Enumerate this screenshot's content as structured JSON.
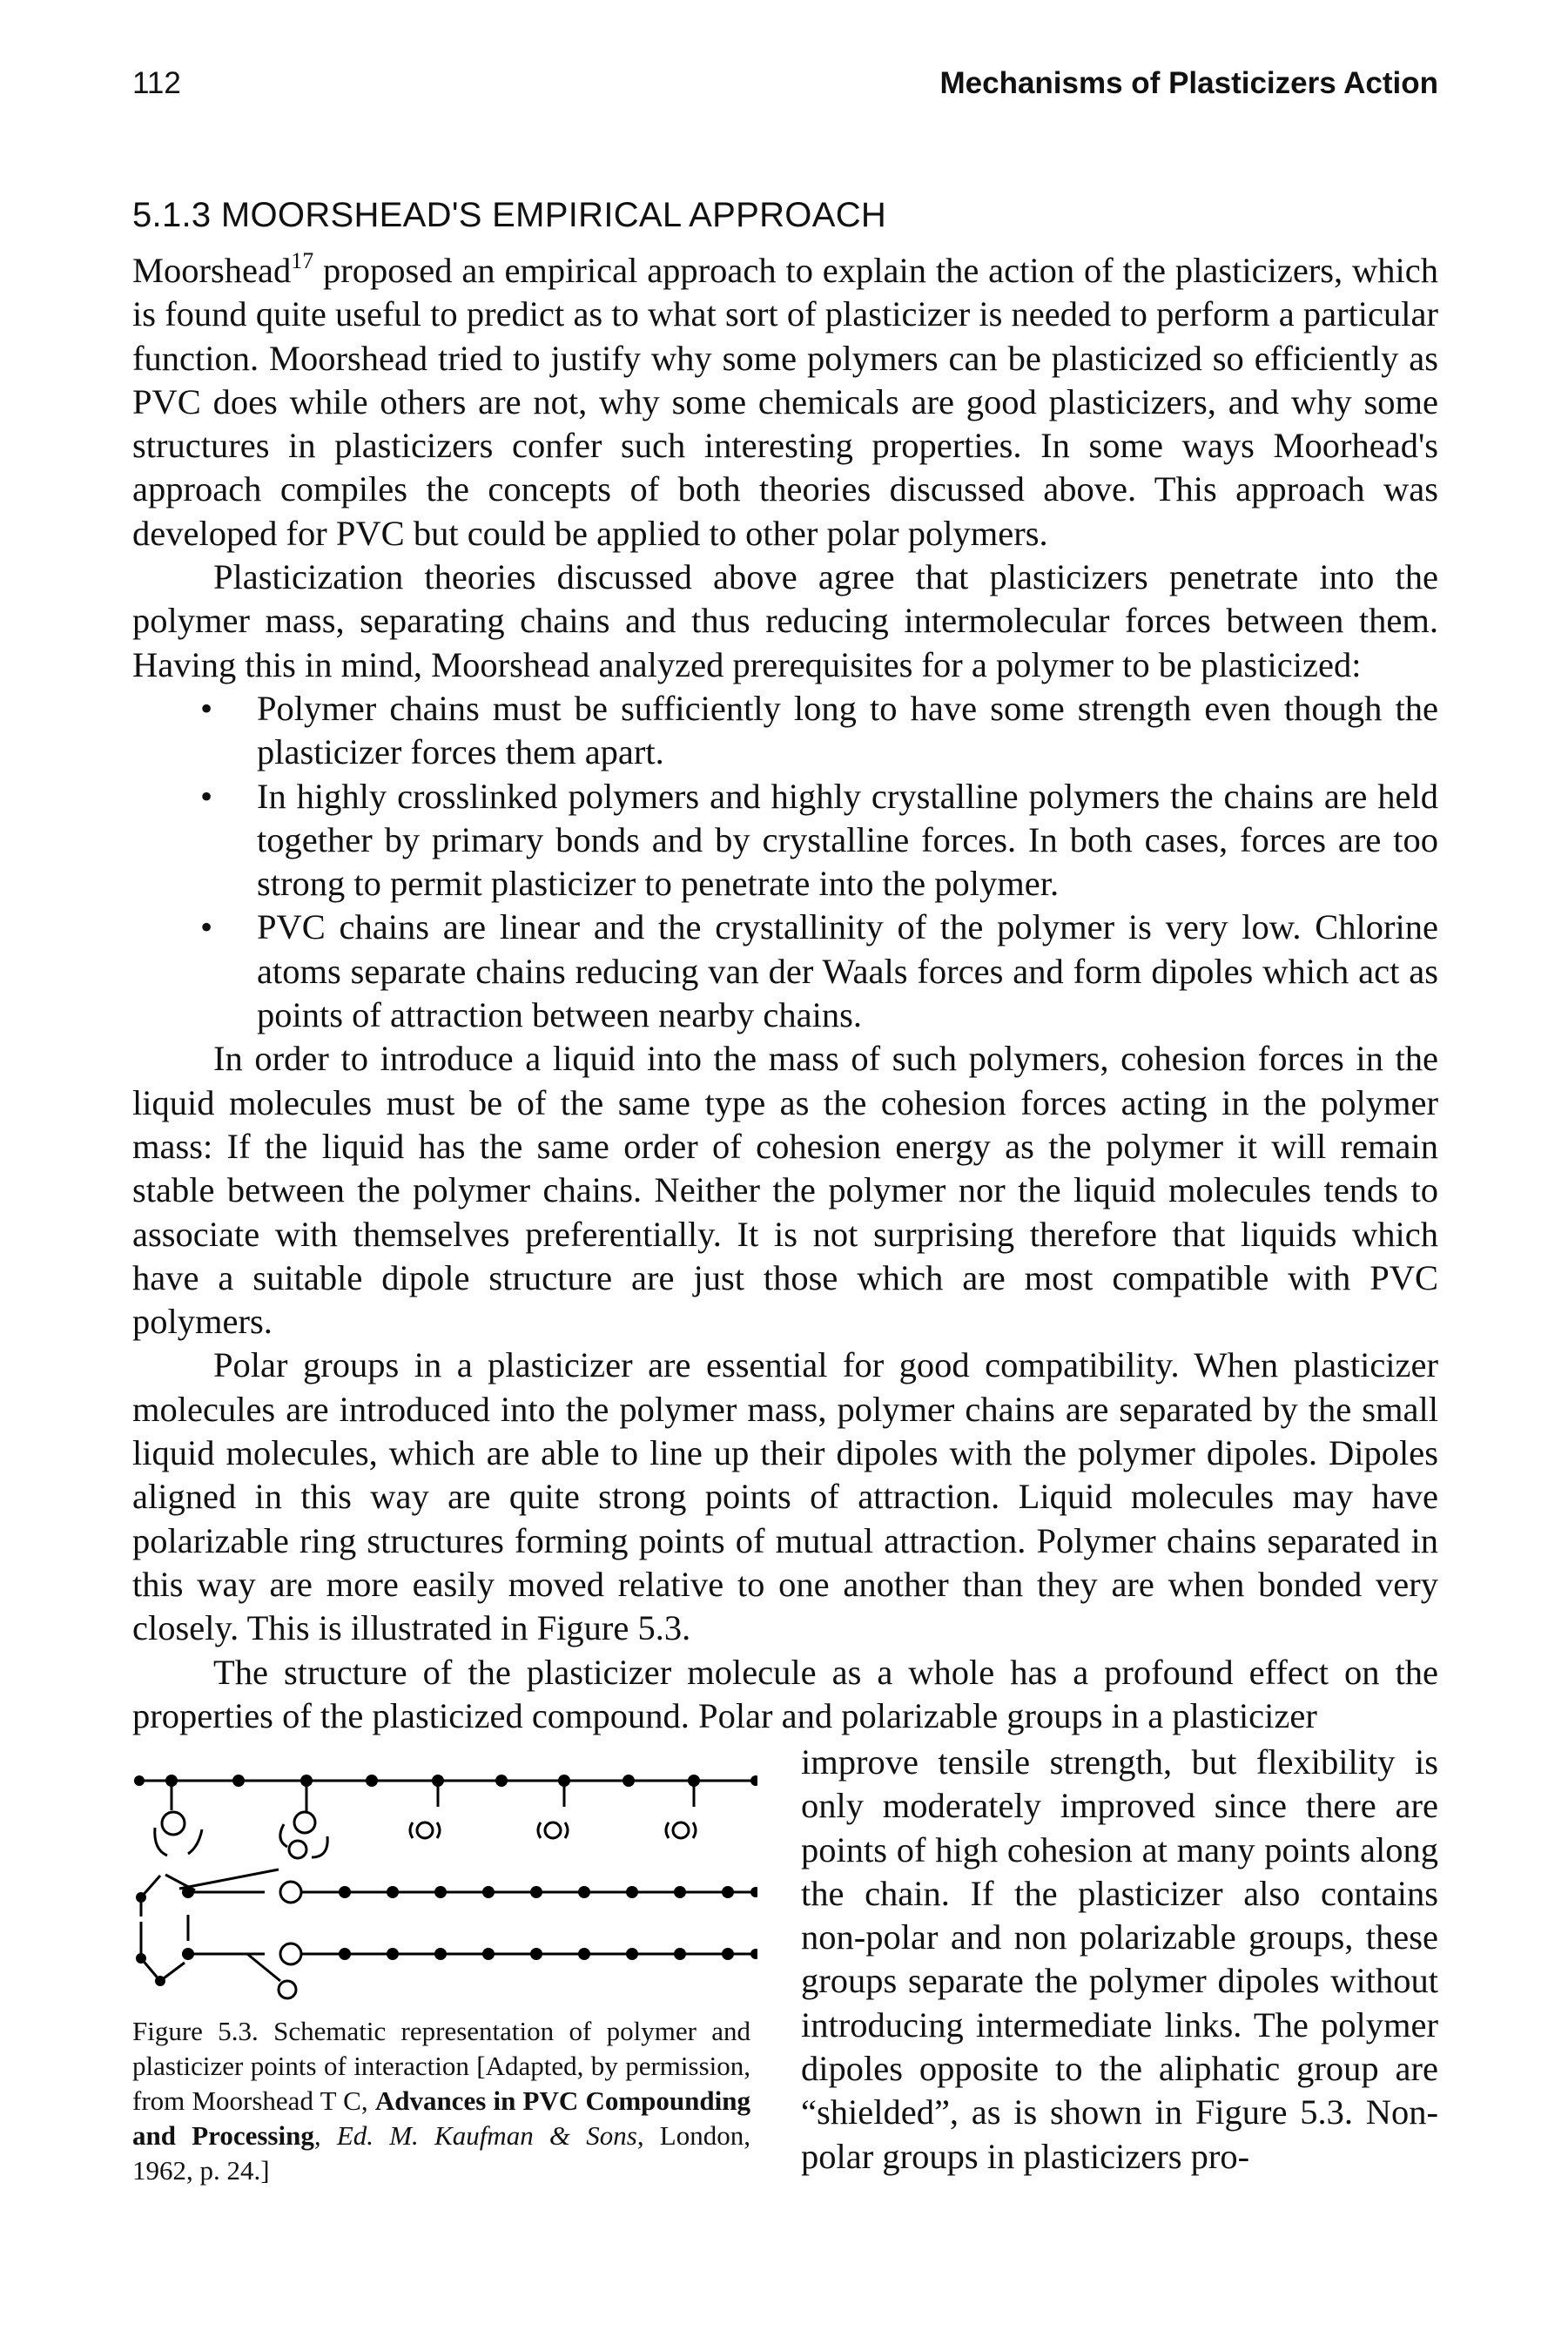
{
  "header": {
    "page_number": "112",
    "running_title": "Mechanisms of Plasticizers Action"
  },
  "section": {
    "heading": "5.1.3 MOORSHEAD'S EMPIRICAL APPROACH",
    "intro_author": "Moorshead",
    "intro_ref": "17",
    "intro_rest": " proposed an empirical approach to explain the action of the plasticizers, which is found quite useful to predict as to what sort of plasticizer is needed to perform a particular function. Moorshead tried to justify why some polymers can be plasticized so efficiently as PVC does while others are not, why some chemicals are good plasticizers, and why some structures in plasticizers confer such interesting properties. In some ways Moorhead's approach compiles the concepts of both theories discussed above. This approach was developed for PVC but could be applied to other polar polymers.",
    "para2": "Plasticization theories discussed above agree that plasticizers penetrate into the polymer mass, separating chains and thus reducing intermolecular forces between them. Having this in mind, Moorshead analyzed prerequisites for a polymer to be plasticized:",
    "bullets": [
      "Polymer chains must be sufficiently long to have some strength even though the plasticizer forces them apart.",
      "In highly crosslinked polymers and highly crystalline polymers the chains are held together by primary bonds and by crystalline forces. In both cases, forces are too strong to permit plasticizer to penetrate into the polymer.",
      "PVC chains are linear and the crystallinity of the polymer is very low. Chlorine atoms separate chains reducing van der Waals forces and form dipoles which act as points of attraction between nearby chains."
    ],
    "para3": "In order to introduce a liquid into the mass of such polymers, cohesion forces in the liquid molecules must be of the same type as the cohesion forces acting in the polymer mass: If the liquid has the same order of cohesion energy as the polymer it will remain stable between the polymer chains. Neither the polymer nor the liquid molecules tends to associate with themselves preferentially. It is not surprising therefore that liquids which have a suitable dipole structure are just those which are most compatible with PVC polymers.",
    "para4": "Polar groups in a plasticizer are essential for good compatibility. When plasticizer molecules are introduced into the polymer mass, polymer chains are separated by the small liquid molecules, which are able to line up their dipoles with the polymer dipoles. Dipoles aligned in this way are quite strong points of attraction. Liquid molecules may have polarizable ring structures forming points of mutual attraction. Polymer chains separated in this way are more easily moved relative to one another than they are when bonded very closely. This is illustrated in Figure 5.3.",
    "para5_lead": "The structure of the plasticizer molecule as a whole has a profound effect on the properties of the plasticized compound. Polar and polarizable groups in a plasticizer",
    "para5_wrap": "improve tensile strength, but flexibility is only moderately improved since there are points of high cohesion at many points along the chain. If the plasticizer also contains non-polar and non polarizable groups, these groups separate the polymer dipoles without introducing intermediate links. The polymer dipoles opposite to the aliphatic group are “shielded”, as is shown in Figure 5.3. Non-polar groups in plasticizers pro-"
  },
  "figure": {
    "caption_lead": "Figure 5.3. Schematic representation of polymer and plasticizer points of interaction [Adapted, by permission, from Moorshead T C, ",
    "caption_title": "Advances in PVC Compounding and Processing",
    "caption_publisher": ", Ed. M. Kaufman & Sons",
    "caption_tail": ", London, 1962, p. 24.]"
  }
}
